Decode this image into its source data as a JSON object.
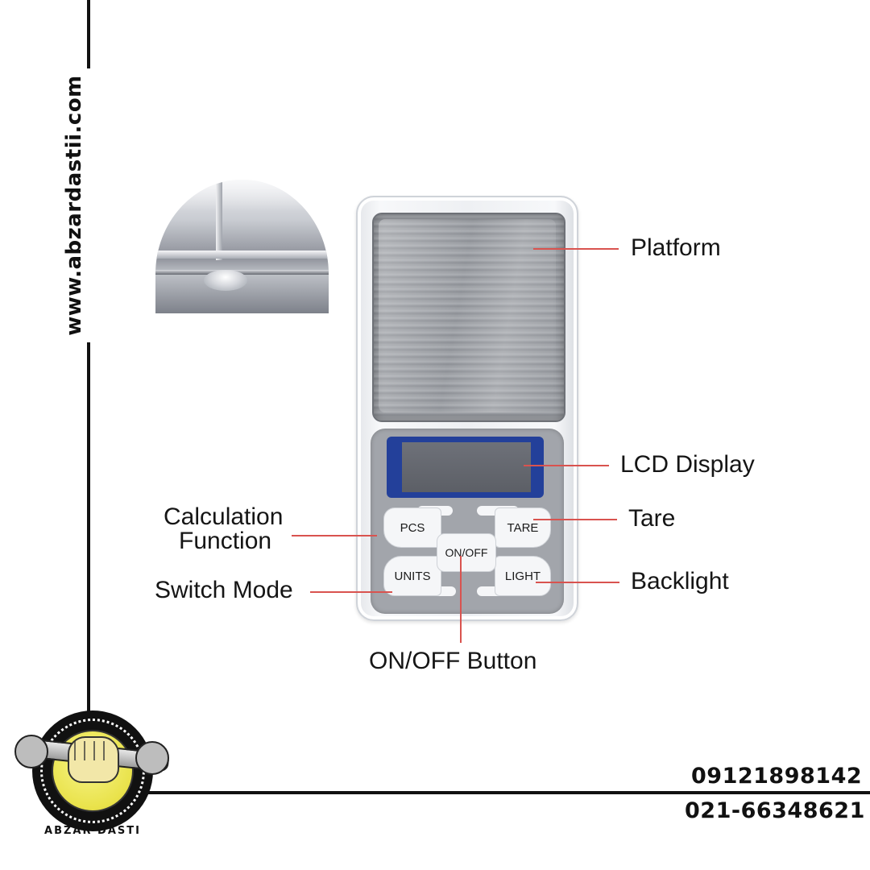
{
  "website": "www.abzardastii.com",
  "scale": {
    "keys": {
      "pcs": "PCS",
      "tare": "TARE",
      "units": "UNITS",
      "light": "LIGHT",
      "onoff": "ON/OFF"
    }
  },
  "callouts": {
    "platform": "Platform",
    "lcd_display": "LCD Display",
    "tare": "Tare",
    "backlight": "Backlight",
    "calculation_line1": "Calculation",
    "calculation_line2": "Function",
    "switch_mode": "Switch Mode",
    "onoff_button": "ON/OFF Button"
  },
  "brand": {
    "name": "ABZAR DASTI"
  },
  "contact": {
    "mobile": "09121898142",
    "landline": "021-66348621"
  },
  "colors": {
    "callout_line": "#d9534f",
    "lcd_frame": "#23409a"
  }
}
